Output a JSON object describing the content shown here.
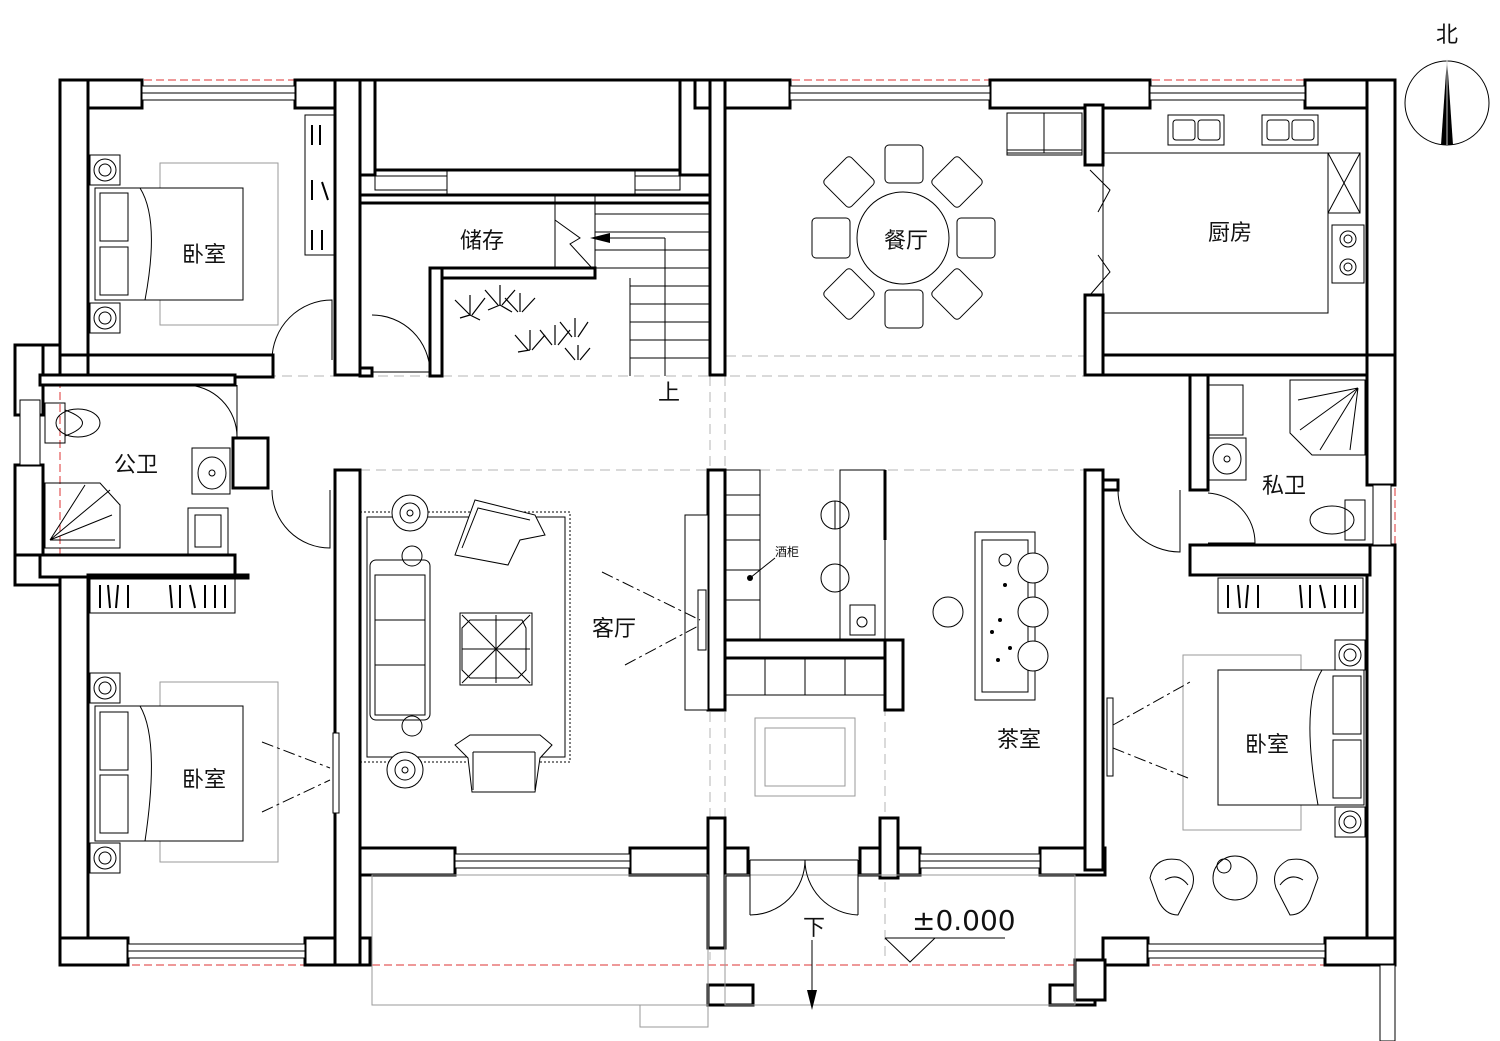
{
  "compass": {
    "label": "北"
  },
  "rooms": {
    "bedroom_nw": "卧室",
    "storage": "储存",
    "dining": "餐厅",
    "kitchen": "厨房",
    "public_bath": "公卫",
    "private_bath": "私卫",
    "living": "客厅",
    "bedroom_sw": "卧室",
    "tea_room": "茶室",
    "bedroom_se": "卧室"
  },
  "annotations": {
    "wine_cabinet": "酒柜",
    "stairs_up": "上",
    "stairs_down": "下",
    "floor_level": "±0.000"
  }
}
